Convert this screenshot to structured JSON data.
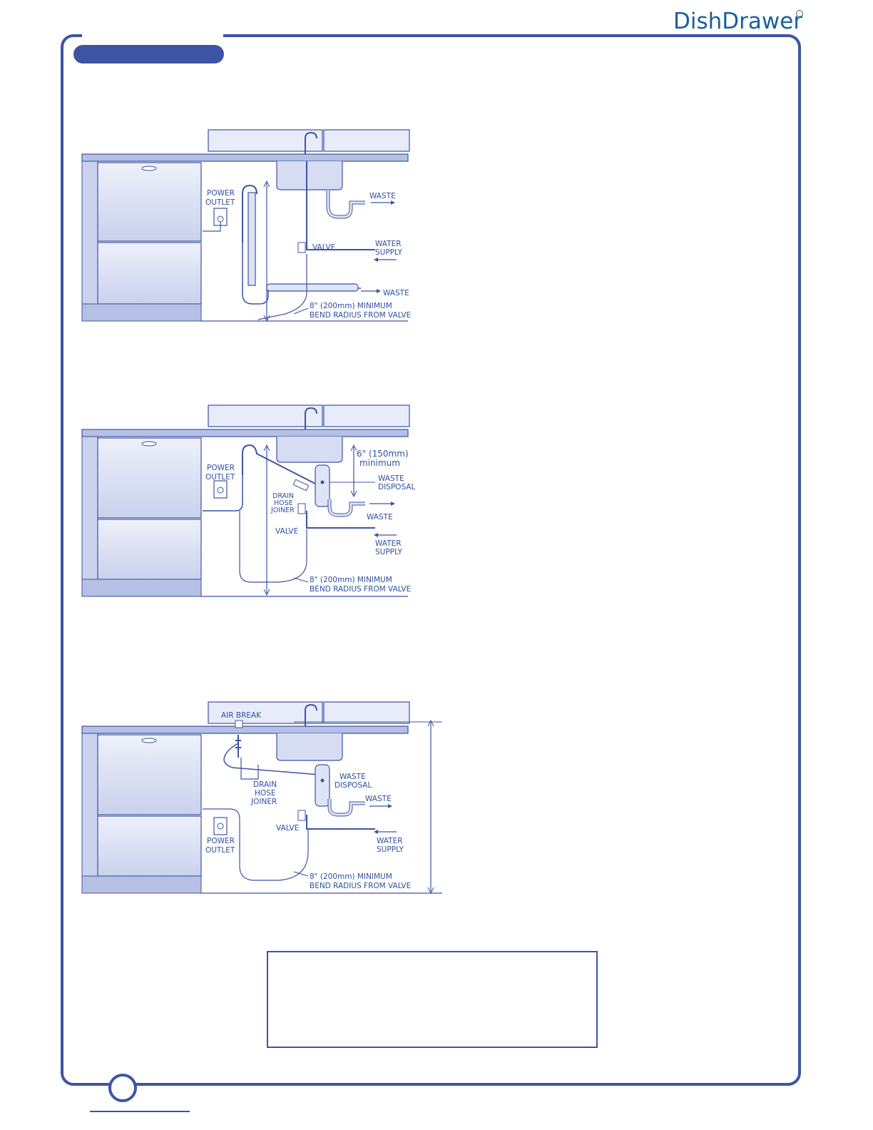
{
  "header": {
    "brand": "DishDrawer"
  },
  "diagram1": {
    "power_outlet": [
      "POWER",
      "OUTLET"
    ],
    "waste_top": "WASTE",
    "valve": "VALVE",
    "water_supply": [
      "WATER",
      "SUPPLY"
    ],
    "waste_bottom": "WASTE",
    "bend": [
      "8\" (200mm) MINIMUM",
      "BEND RADIUS FROM VALVE"
    ]
  },
  "diagram2": {
    "power_outlet": [
      "POWER",
      "OUTLET"
    ],
    "min_height": [
      "6\" (150mm)",
      "minimum"
    ],
    "waste_disposal": [
      "WASTE",
      "DISPOSAL"
    ],
    "drain_hose_joiner": [
      "DRAIN",
      "HOSE",
      "JOINER"
    ],
    "waste": "WASTE",
    "valve": "VALVE",
    "water_supply": [
      "WATER",
      "SUPPLY"
    ],
    "bend": [
      "8\" (200mm) MINIMUM",
      "BEND RADIUS FROM VALVE"
    ]
  },
  "diagram3": {
    "air_break": "AIR BREAK",
    "waste_disposal": [
      "WASTE",
      "DISPOSAL"
    ],
    "drain_hose_joiner": [
      "DRAIN",
      "HOSE",
      "JOINER"
    ],
    "waste": "WASTE",
    "valve": "VALVE",
    "water_supply": [
      "WATER",
      "SUPPLY"
    ],
    "power_outlet": [
      "POWER",
      "OUTLET"
    ],
    "bend": [
      "8\" (200mm) MINIMUM",
      "BEND RADIUS FROM VALVE"
    ]
  },
  "colors": {
    "accent": "#3d54a4",
    "brand": "#1b5f9e",
    "diagram_fill": "#dfe4f5"
  }
}
